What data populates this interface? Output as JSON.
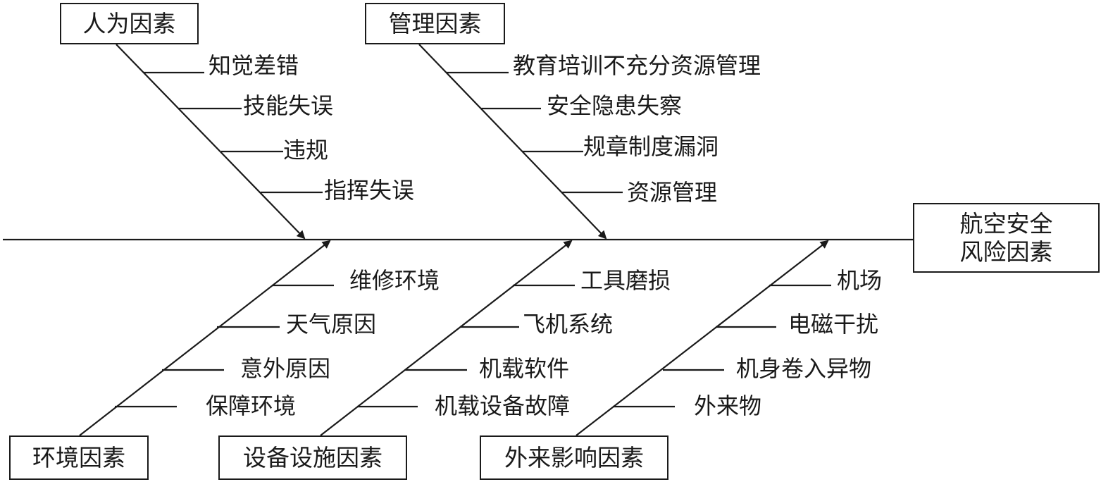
{
  "diagram": {
    "type": "fishbone",
    "effect": {
      "line1": "航空安全",
      "line2": "风险因素"
    },
    "categories": {
      "human": {
        "title": "人为因素",
        "causes": [
          "知觉差错",
          "技能失误",
          "违规",
          "指挥失误"
        ]
      },
      "management": {
        "title": "管理因素",
        "causes": [
          "教育培训不充分资源管理",
          "安全隐患失察",
          "规章制度漏洞",
          "资源管理"
        ]
      },
      "environment": {
        "title": "环境因素",
        "causes": [
          "维修环境",
          "天气原因",
          "意外原因",
          "保障环境"
        ]
      },
      "equipment": {
        "title": "设备设施因素",
        "causes": [
          "工具磨损",
          "飞机系统",
          "机载软件",
          "机载设备故障"
        ]
      },
      "external": {
        "title": "外来影响因素",
        "causes": [
          "机场",
          "电磁干扰",
          "机身卷入异物",
          "外来物"
        ]
      }
    }
  }
}
